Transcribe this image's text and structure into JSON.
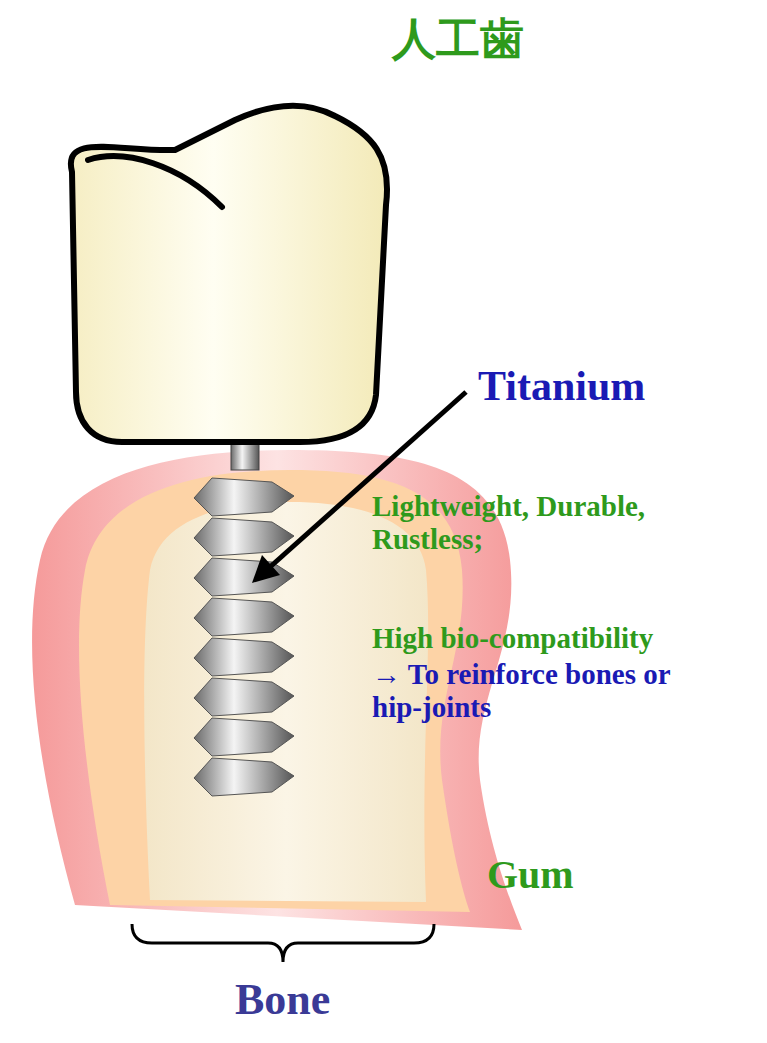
{
  "diagram": {
    "title": "人工歯",
    "labels": [
      "Titanium",
      "Lightweight, Durable, Rustless;",
      "High bio-compatibility",
      "→ To reinforce bones or hip-joints",
      "Gum",
      "Bone"
    ]
  }
}
